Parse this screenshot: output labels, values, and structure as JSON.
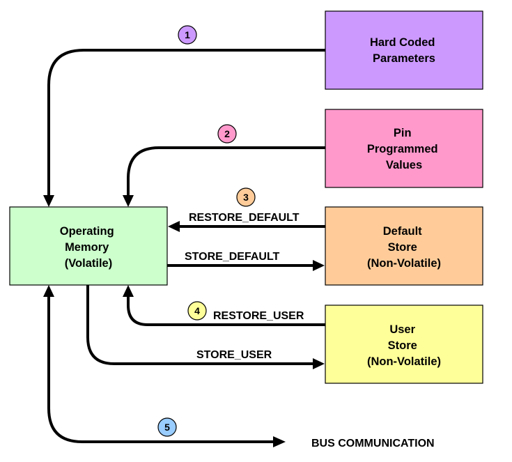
{
  "boxes": {
    "hard_coded": {
      "lines": [
        "Hard Coded",
        "Parameters"
      ],
      "fill": "#cc99ff"
    },
    "pin_programmed": {
      "lines": [
        "Pin",
        "Programmed",
        "Values"
      ],
      "fill": "#ff99cc"
    },
    "operating_memory": {
      "lines": [
        "Operating",
        "Memory",
        "(Volatile)"
      ],
      "fill": "#ccffcc"
    },
    "default_store": {
      "lines": [
        "Default",
        "Store",
        "(Non-Volatile)"
      ],
      "fill": "#ffcc99"
    },
    "user_store": {
      "lines": [
        "User",
        "Store",
        "(Non-Volatile)"
      ],
      "fill": "#ffff99"
    }
  },
  "labels": {
    "restore_default": "RESTORE_DEFAULT",
    "store_default": "STORE_DEFAULT",
    "restore_user": "RESTORE_USER",
    "store_user": "STORE_USER",
    "bus_communication": "BUS COMMUNICATION"
  },
  "badges": [
    {
      "text": "1",
      "fill": "#cc99ff"
    },
    {
      "text": "2",
      "fill": "#ff99cc"
    },
    {
      "text": "3",
      "fill": "#ffcc99"
    },
    {
      "text": "4",
      "fill": "#ffff99"
    },
    {
      "text": "5",
      "fill": "#99ccff"
    }
  ]
}
